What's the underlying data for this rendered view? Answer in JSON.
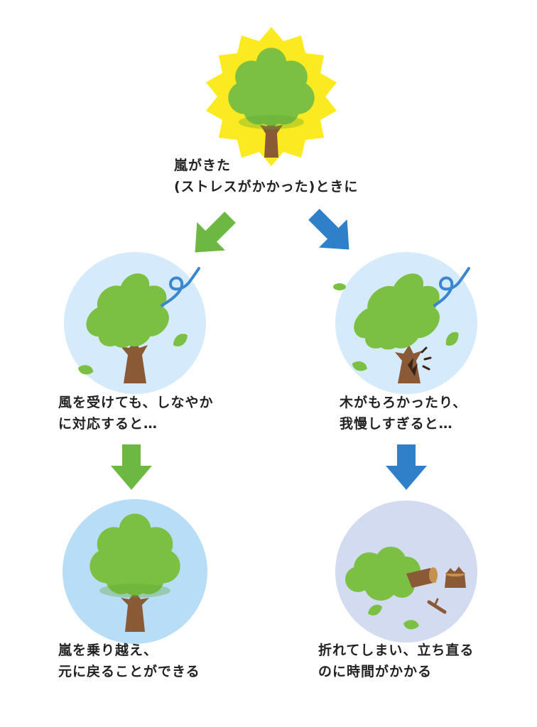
{
  "colors": {
    "sun": "#fbea1f",
    "tree_green": "#7bc043",
    "tree_dark_green": "#5fa534",
    "trunk": "#8a5a36",
    "circle_light_blue": "#d5ebfb",
    "circle_blue": "#b7def6",
    "circle_lavender": "#d2dbef",
    "arrow_green": "#6cb843",
    "arrow_blue": "#2f80c8",
    "wind_blue": "#3a86d0"
  },
  "icons": {
    "top": "sun-tree-icon",
    "left_mid": "swaying-tree-icon",
    "right_mid": "cracking-tree-icon",
    "left_bottom": "upright-tree-icon",
    "right_bottom": "broken-tree-icon"
  },
  "captions": {
    "top": [
      "嵐がきた",
      "(ストレスがかかった)ときに"
    ],
    "left_mid": [
      "風を受けても、しなやか",
      "に対応すると…"
    ],
    "right_mid": [
      "木がもろかったり、",
      "我慢しすぎると…"
    ],
    "left_bottom": [
      "嵐を乗り越え、",
      "元に戻ることができる"
    ],
    "right_bottom": [
      "折れてしまい、立ち直る",
      "のに時間がかかる"
    ]
  }
}
